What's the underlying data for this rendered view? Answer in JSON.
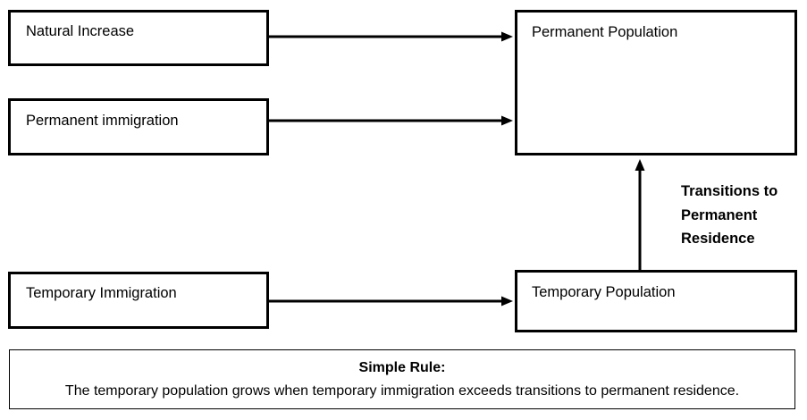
{
  "sources": {
    "natural_increase": "Natural Increase",
    "permanent_immigration": "Permanent immigration",
    "temporary_immigration": "Temporary Immigration"
  },
  "stocks": {
    "permanent_population": "Permanent Population",
    "temporary_population": "Temporary Population"
  },
  "transition": {
    "lines": [
      "Transitions to",
      "Permanent",
      "Residence"
    ]
  },
  "rule": {
    "title": "Simple Rule:",
    "text": "The temporary population grows when temporary immigration exceeds transitions to permanent residence."
  },
  "colors": {
    "stroke": "#000000",
    "background": "#ffffff"
  }
}
